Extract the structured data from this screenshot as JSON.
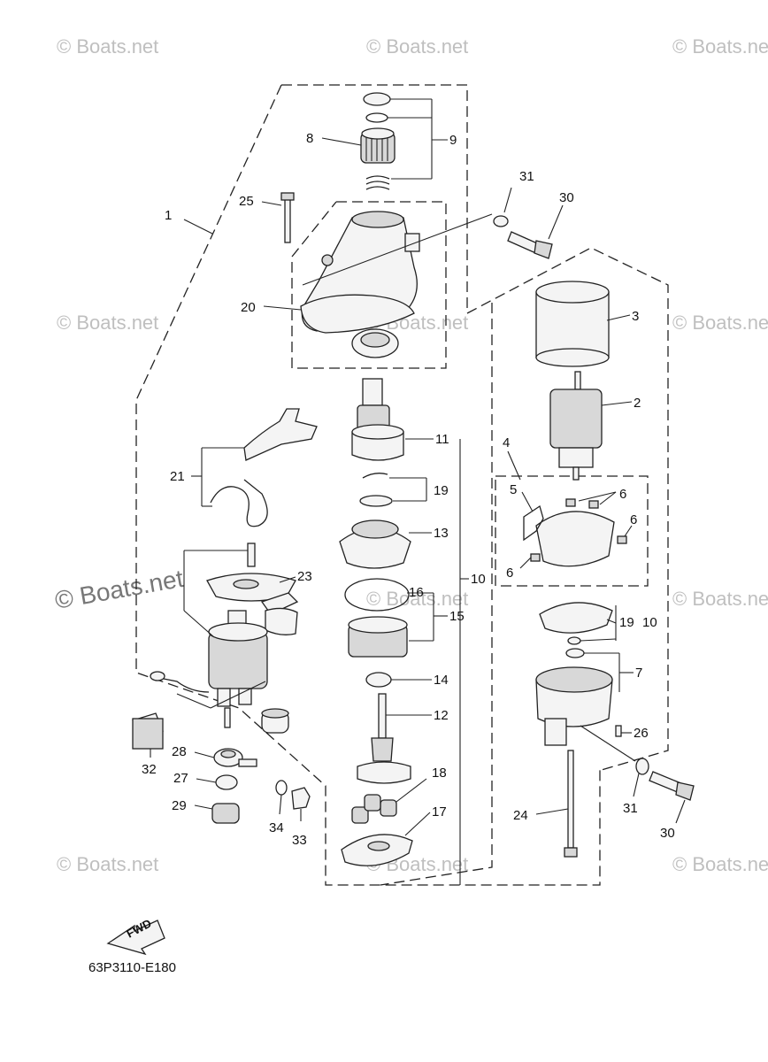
{
  "watermarks": {
    "text": "© Boats.net",
    "large_text": "© Boats.net"
  },
  "diagram_code": "63P3110-E180",
  "fwd_label": "FWD",
  "callouts": {
    "c1": "1",
    "c2": "2",
    "c3": "3",
    "c4": "4",
    "c5": "5",
    "c6a": "6",
    "c6b": "6",
    "c6c": "6",
    "c7": "7",
    "c8": "8",
    "c9": "9",
    "c10a": "10",
    "c10b": "10",
    "c11": "11",
    "c12": "12",
    "c13": "13",
    "c14": "14",
    "c15": "15",
    "c16": "16",
    "c17": "17",
    "c18": "18",
    "c19a": "19",
    "c19b": "19",
    "c20": "20",
    "c21": "21",
    "c23": "23",
    "c24": "24",
    "c25": "25",
    "c26": "26",
    "c27": "27",
    "c28": "28",
    "c29": "29",
    "c30a": "30",
    "c30b": "30",
    "c31a": "31",
    "c31b": "31",
    "c32": "32",
    "c33": "33",
    "c34": "34"
  }
}
